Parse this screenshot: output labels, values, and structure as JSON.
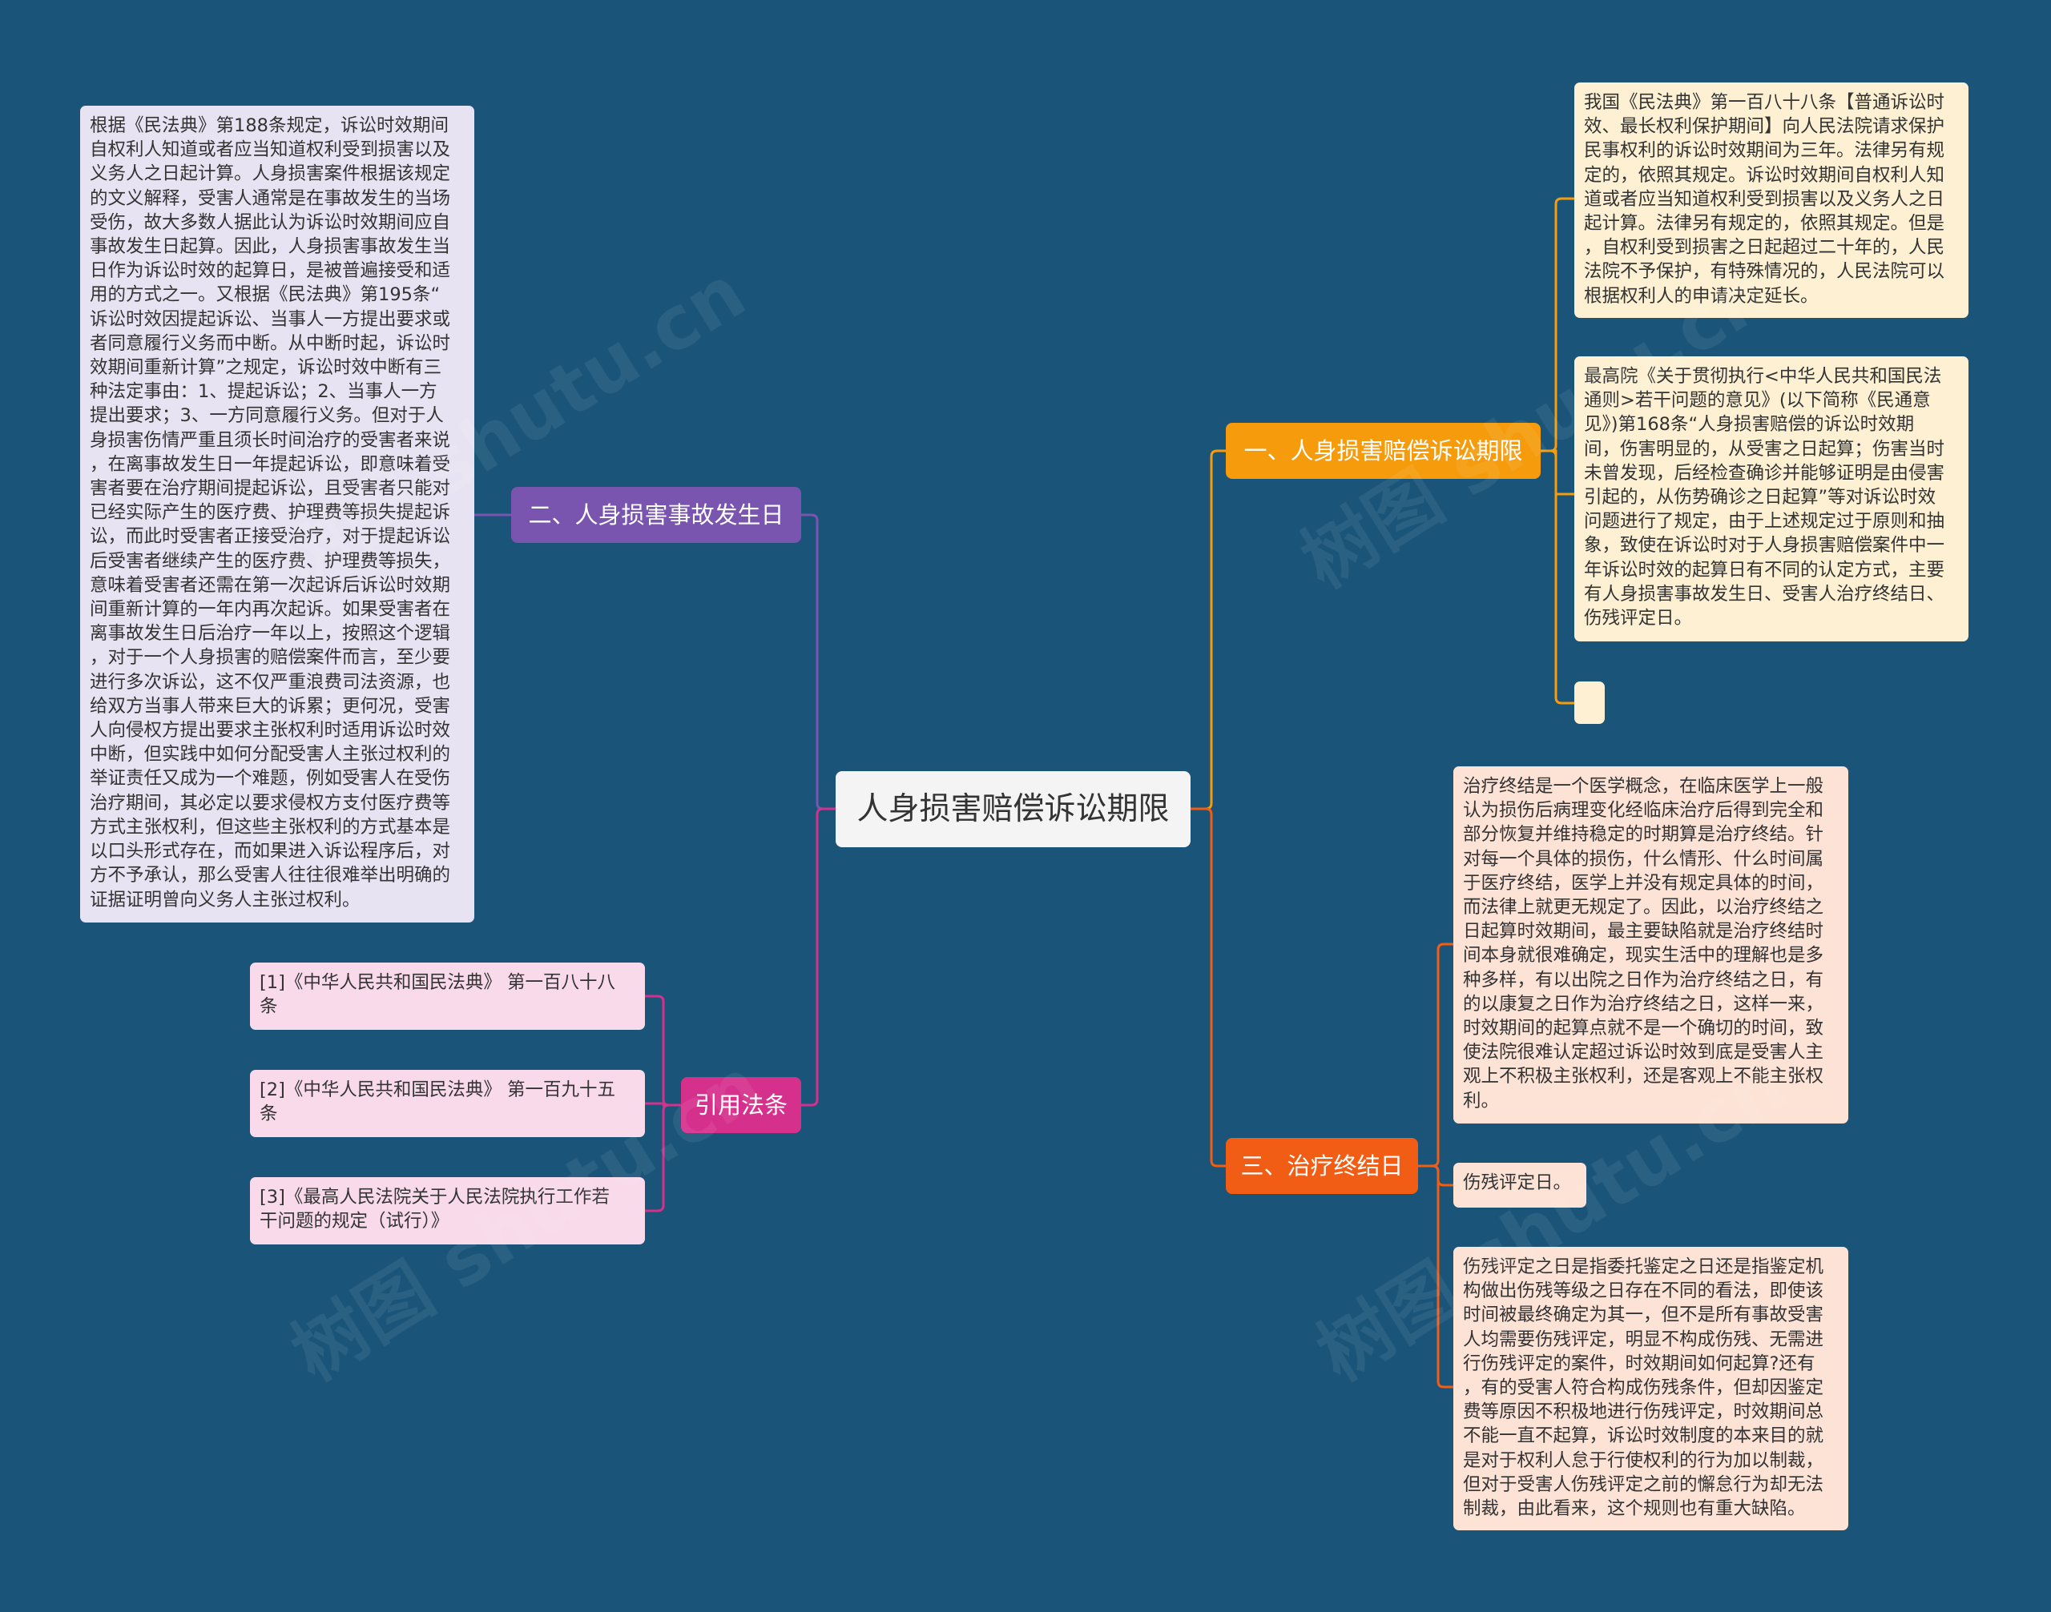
{
  "root": {
    "label": "人身损害赔偿诉讼期限"
  },
  "branches": {
    "b1": {
      "label": "一、人身损害赔偿诉讼期限",
      "leaves": [
        "我国《民法典》第一百八十八条【普通诉讼时\n效、最长权利保护期间】向人民法院请求保护\n民事权利的诉讼时效期间为三年。法律另有规\n定的，依照其规定。诉讼时效期间自权利人知\n道或者应当知道权利受到损害以及义务人之日\n起计算。法律另有规定的，依照其规定。但是\n，自权利受到损害之日起超过二十年的，人民\n法院不予保护，有特殊情况的，人民法院可以\n根据权利人的申请决定延长。",
        "最高院《关于贯彻执行<中华人民共和国民法\n通则>若干问题的意见》(以下简称《民通意\n见》)第168条“人身损害赔偿的诉讼时效期\n间，伤害明显的，从受害之日起算；伤害当时\n未曾发现，后经检查确诊并能够证明是由侵害\n引起的，从伤势确诊之日起算”等对诉讼时效\n问题进行了规定，由于上述规定过于原则和抽\n象，致使在诉讼时对于人身损害赔偿案件中一\n年诉讼时效的起算日有不同的认定方式，主要\n有人身损害事故发生日、受害人治疗终结日、\n伤残评定日。",
        ""
      ]
    },
    "b2": {
      "label": "二、人身损害事故发生日",
      "leaves": [
        "根据《民法典》第188条规定，诉讼时效期间\n自权利人知道或者应当知道权利受到损害以及\n义务人之日起计算。人身损害案件根据该规定\n的文义解释，受害人通常是在事故发生的当场\n受伤，故大多数人据此认为诉讼时效期间应自\n事故发生日起算。因此，人身损害事故发生当\n日作为诉讼时效的起算日，是被普遍接受和适\n用的方式之一。又根据《民法典》第195条“\n诉讼时效因提起诉讼、当事人一方提出要求或\n者同意履行义务而中断。从中断时起，诉讼时\n效期间重新计算”之规定，诉讼时效中断有三\n种法定事由：1、提起诉讼；2、当事人一方\n提出要求；3、一方同意履行义务。但对于人\n身损害伤情严重且须长时间治疗的受害者来说\n，在离事故发生日一年提起诉讼，即意味着受\n害者要在治疗期间提起诉讼，且受害者只能对\n已经实际产生的医疗费、护理费等损失提起诉\n讼，而此时受害者正接受治疗，对于提起诉讼\n后受害者继续产生的医疗费、护理费等损失，\n意味着受害者还需在第一次起诉后诉讼时效期\n间重新计算的一年内再次起诉。如果受害者在\n离事故发生日后治疗一年以上，按照这个逻辑\n，对于一个人身损害的赔偿案件而言，至少要\n进行多次诉讼，这不仅严重浪费司法资源，也\n给双方当事人带来巨大的诉累；更何况，受害\n人向侵权方提出要求主张权利时适用诉讼时效\n中断，但实践中如何分配受害人主张过权利的\n举证责任又成为一个难题，例如受害人在受伤\n治疗期间，其必定以要求侵权方支付医疗费等\n方式主张权利，但这些主张权利的方式基本是\n以口头形式存在，而如果进入诉讼程序后，对\n方不予承认，那么受害人往往很难举出明确的\n证据证明曾向义务人主张过权利。"
      ]
    },
    "b3": {
      "label": "三、治疗终结日",
      "leaves": [
        "治疗终结是一个医学概念，在临床医学上一般\n认为损伤后病理变化经临床治疗后得到完全和\n部分恢复并维持稳定的时期算是治疗终结。针\n对每一个具体的损伤，什么情形、什么时间属\n于医疗终结，医学上并没有规定具体的时间，\n而法律上就更无规定了。因此，以治疗终结之\n日起算时效期间，最主要缺陷就是治疗终结时\n间本身就很难确定，现实生活中的理解也是多\n种多样，有以出院之日作为治疗终结之日，有\n的以康复之日作为治疗终结之日，这样一来，\n时效期间的起算点就不是一个确切的时间，致\n使法院很难认定超过诉讼时效到底是受害人主\n观上不积极主张权利，还是客观上不能主张权\n利。",
        "伤残评定日。",
        "伤残评定之日是指委托鉴定之日还是指鉴定机\n构做出伤残等级之日存在不同的看法，即使该\n时间被最终确定为其一，但不是所有事故受害\n人均需要伤残评定，明显不构成伤残、无需进\n行伤残评定的案件，时效期间如何起算?还有\n，有的受害人符合构成伤残条件，但却因鉴定\n费等原因不积极地进行伤残评定，时效期间总\n不能一直不起算，诉讼时效制度的本来目的就\n是对于权利人怠于行使权利的行为加以制裁，\n但对于受害人伤残评定之前的懈怠行为却无法\n制裁，由此看来，这个规则也有重大缺陷。"
      ]
    },
    "b4": {
      "label": "引用法条",
      "leaves": [
        "[1]《中华人民共和国民法典》 第一百八十八\n条",
        "[2]《中华人民共和国民法典》 第一百九十五\n条",
        "[3]《最高人民法院关于人民法院执行工作若\n干问题的规定（试行）》"
      ]
    }
  },
  "watermark": "树图 shutu.cn",
  "colors": {
    "background": "#1a5478",
    "b1": "#f59b0c",
    "b2": "#7a55b0",
    "b3": "#f25d15",
    "b4": "#d5318c"
  }
}
